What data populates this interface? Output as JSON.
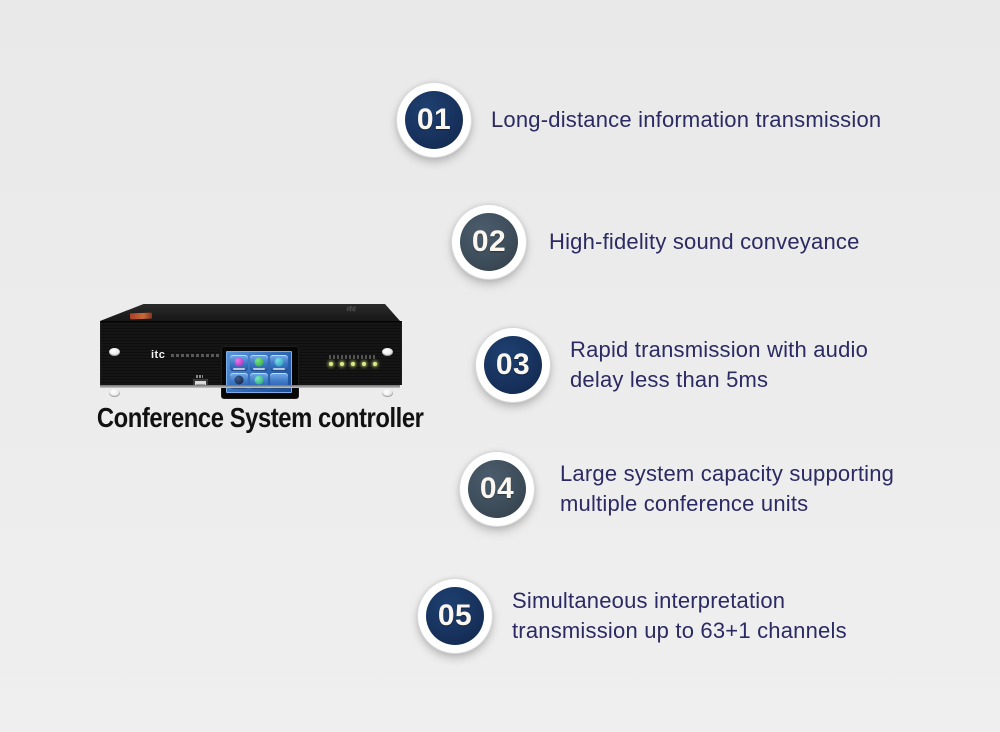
{
  "page": {
    "background_color": "#ededed"
  },
  "product": {
    "title": "Conference System controller",
    "brand": "itc"
  },
  "features": [
    {
      "number": "01",
      "variant": "navy",
      "lines": [
        "Long-distance information transmission"
      ]
    },
    {
      "number": "02",
      "variant": "slate",
      "lines": [
        "High-fidelity sound conveyance"
      ]
    },
    {
      "number": "03",
      "variant": "navy",
      "lines": [
        "Rapid transmission with audio",
        "delay less than 5ms"
      ]
    },
    {
      "number": "04",
      "variant": "slate",
      "lines": [
        "Large system capacity supporting",
        "multiple conference units"
      ]
    },
    {
      "number": "05",
      "variant": "navy",
      "lines": [
        "Simultaneous interpretation",
        "transmission up to 63+1 channels"
      ]
    }
  ],
  "colors": {
    "feature_text": "#2b2a63",
    "navy_circle": "#17315c",
    "slate_circle": "#3d4c59",
    "title_text": "#111111",
    "screen_blue": "#2e68b5",
    "led": "#dcec82"
  }
}
